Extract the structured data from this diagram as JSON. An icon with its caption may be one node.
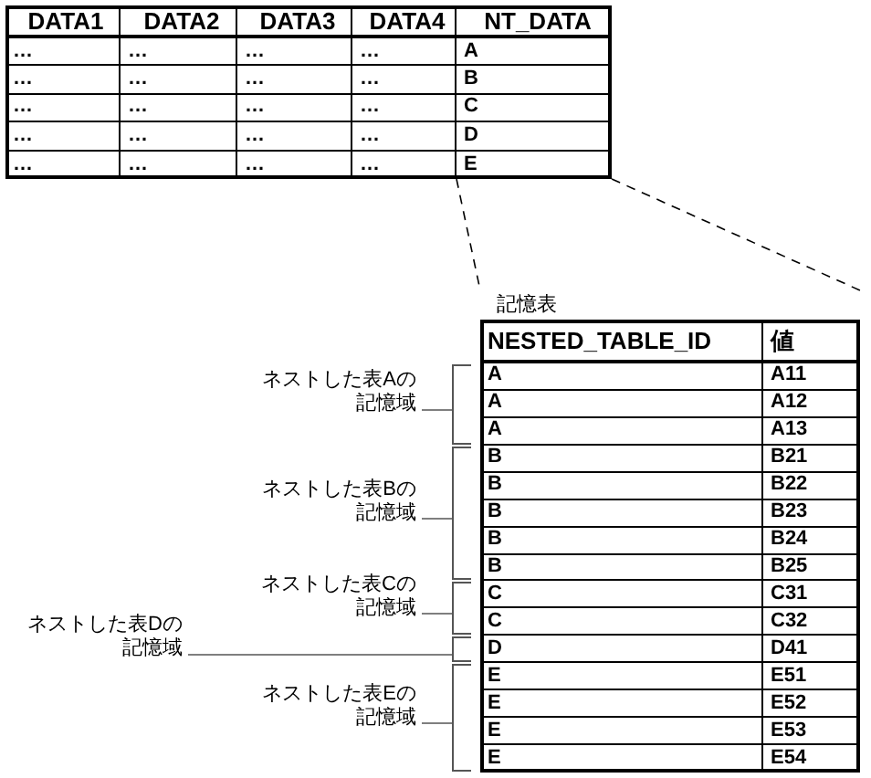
{
  "diagram": {
    "nodes": [
      {
        "text": [],
        "shape": "table"
      },
      {
        "text": [
          "記憶表"
        ]
      },
      {
        "text": [
          "ネストした表Aの記憶域"
        ]
      },
      {
        "text": [
          "ネストした表Bの記憶域"
        ]
      },
      {
        "text": [
          "ネストした表Cの記憶域"
        ]
      },
      {
        "text": [
          "ネストした表Dの記憶域"
        ]
      },
      {
        "text": [
          "ネストした表Eの記憶域"
        ]
      },
      {
        "text": [],
        "shape": "bracket"
      },
      {
        "text": [],
        "shape": "bracket"
      },
      {
        "text": [],
        "shape": "bracket"
      },
      {
        "text": [],
        "shape": "bracket"
      },
      {
        "text": [],
        "shape": "bracket"
      }
    ],
    "edges": [
      {
        "from": 0,
        "to": 1,
        "arrow": "none",
        "style": "dashed"
      },
      {
        "from": 0,
        "to": 1,
        "arrow": "none",
        "style": "dashed"
      },
      {
        "from": 2,
        "to": 7,
        "arrow": "none"
      },
      {
        "from": 3,
        "to": 8,
        "arrow": "none"
      },
      {
        "from": 4,
        "to": 9,
        "arrow": "none"
      },
      {
        "from": 5,
        "to": 10,
        "arrow": "none"
      },
      {
        "from": 6,
        "to": 11,
        "arrow": "none"
      }
    ],
    "labels": [
      "DATA1",
      "DATA2",
      "DATA3",
      "DATA4",
      "NT_DATA",
      "…",
      "…",
      "…",
      "…",
      "A",
      "…",
      "…",
      "…",
      "…",
      "B",
      "…",
      "…",
      "…",
      "…",
      "C",
      "…",
      "…",
      "…",
      "…",
      "D",
      "…",
      "…",
      "…",
      "…",
      "E",
      "NESTED_TABLE_ID",
      "値",
      "A",
      "A11",
      "A",
      "A12",
      "A",
      "A13",
      "B",
      "B21",
      "B",
      "B22",
      "B",
      "B23",
      "B",
      "B24",
      "B",
      "B25",
      "C",
      "C31",
      "C",
      "C32",
      "D",
      "D41",
      "E",
      "E51",
      "E",
      "E52",
      "E",
      "E53",
      "E",
      "E54"
    ]
  }
}
